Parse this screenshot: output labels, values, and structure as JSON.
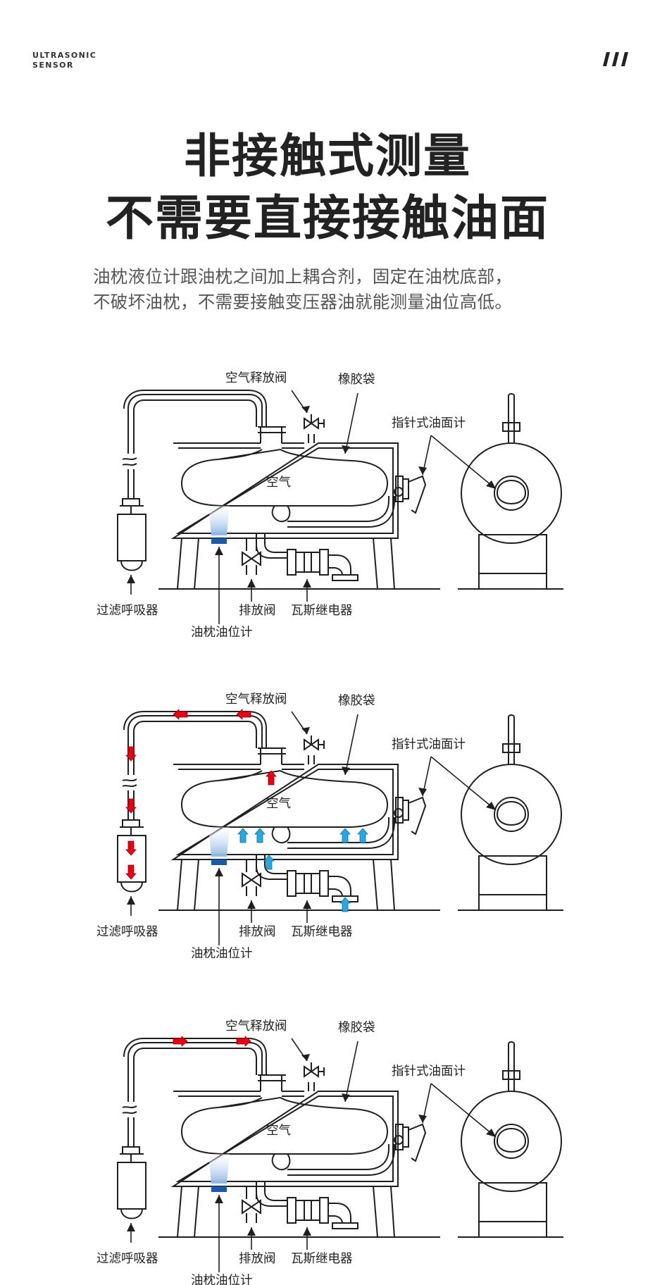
{
  "brand": {
    "line1": "ULTRASONIC",
    "line2": "SENSOR"
  },
  "title": {
    "line1": "非接触式测量",
    "line2": "不需要直接接触油面"
  },
  "description": {
    "line1": "油枕液位计跟油枕之间加上耦合剂，固定在油枕底部，",
    "line2": "不破坏油枕，不需要接触变压器油就能测量油位高低。"
  },
  "labels": {
    "air_release_valve": "空气释放阀",
    "rubber_bag": "橡胶袋",
    "pointer_oil_gauge": "指针式油面计",
    "air": "空气",
    "breather": "过滤呼吸器",
    "drain_valve": "排放阀",
    "gas_relay": "瓦斯继电器",
    "level_gauge": "油枕油位计"
  },
  "colors": {
    "line": "#1f1f1f",
    "arrow_red": "#e60012",
    "arrow_blue": "#29a8e0",
    "sensor": "#1a5aa8",
    "beam": "#bcd4ee"
  }
}
